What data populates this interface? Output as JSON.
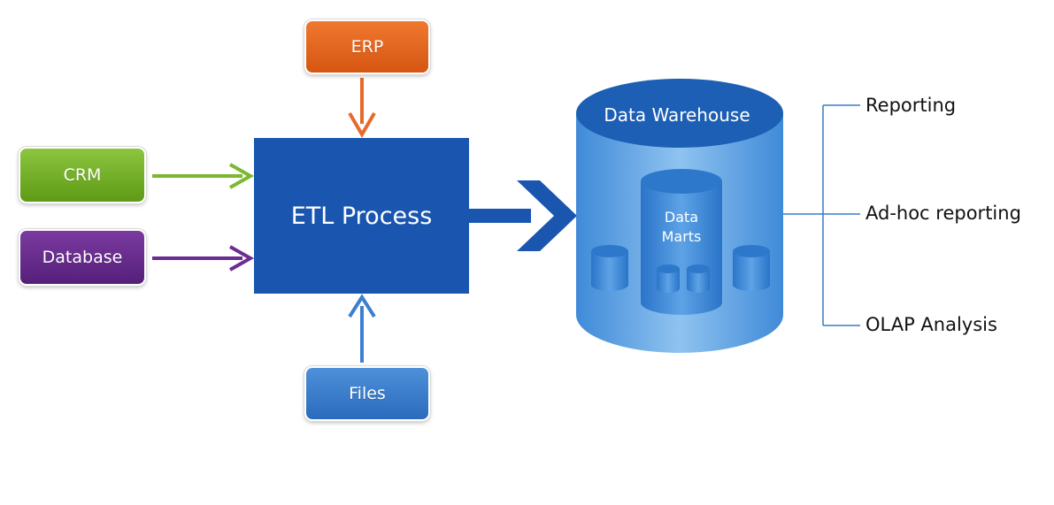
{
  "sources": {
    "erp": "ERP",
    "crm": "CRM",
    "database": "Database",
    "files": "Files"
  },
  "etl": {
    "label": "ETL Process"
  },
  "warehouse": {
    "title": "Data Warehouse",
    "marts_line1": "Data",
    "marts_line2": "Marts"
  },
  "outputs": [
    "Reporting",
    "Ad-hoc reporting",
    "OLAP Analysis"
  ],
  "colors": {
    "erp": "#e8692a",
    "crm": "#7cb82f",
    "database": "#6a2d91",
    "files": "#3c7fd0",
    "etl": "#1a56b0",
    "warehouse": "#2f7fd0",
    "connector": "#3a7bc8"
  }
}
